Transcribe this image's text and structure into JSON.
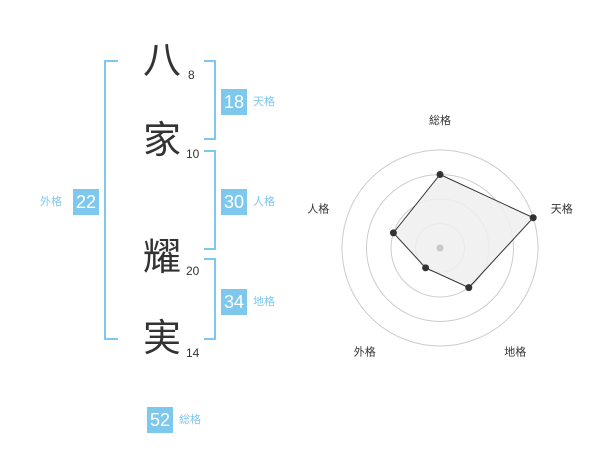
{
  "name_chars": [
    {
      "char": "八",
      "strokes": "8"
    },
    {
      "char": "家",
      "strokes": "10"
    },
    {
      "char": "耀",
      "strokes": "20"
    },
    {
      "char": "実",
      "strokes": "14"
    }
  ],
  "kakusu": {
    "tenkaku": {
      "value": "18",
      "label": "天格"
    },
    "jinkaku": {
      "value": "30",
      "label": "人格"
    },
    "chikaku": {
      "value": "34",
      "label": "地格"
    },
    "gaikaku": {
      "value": "22",
      "label": "外格"
    },
    "soukaku": {
      "value": "52",
      "label": "総格"
    }
  },
  "colors": {
    "accent": "#7ec8ee",
    "text": "#333333",
    "radar_fill": "#eeeeee"
  },
  "chart_data": {
    "type": "radar",
    "axes": [
      "総格",
      "天格",
      "地格",
      "外格",
      "人格"
    ],
    "levels": 4,
    "range": [
      0,
      4
    ],
    "values": [
      3,
      4,
      2,
      1,
      2
    ]
  }
}
